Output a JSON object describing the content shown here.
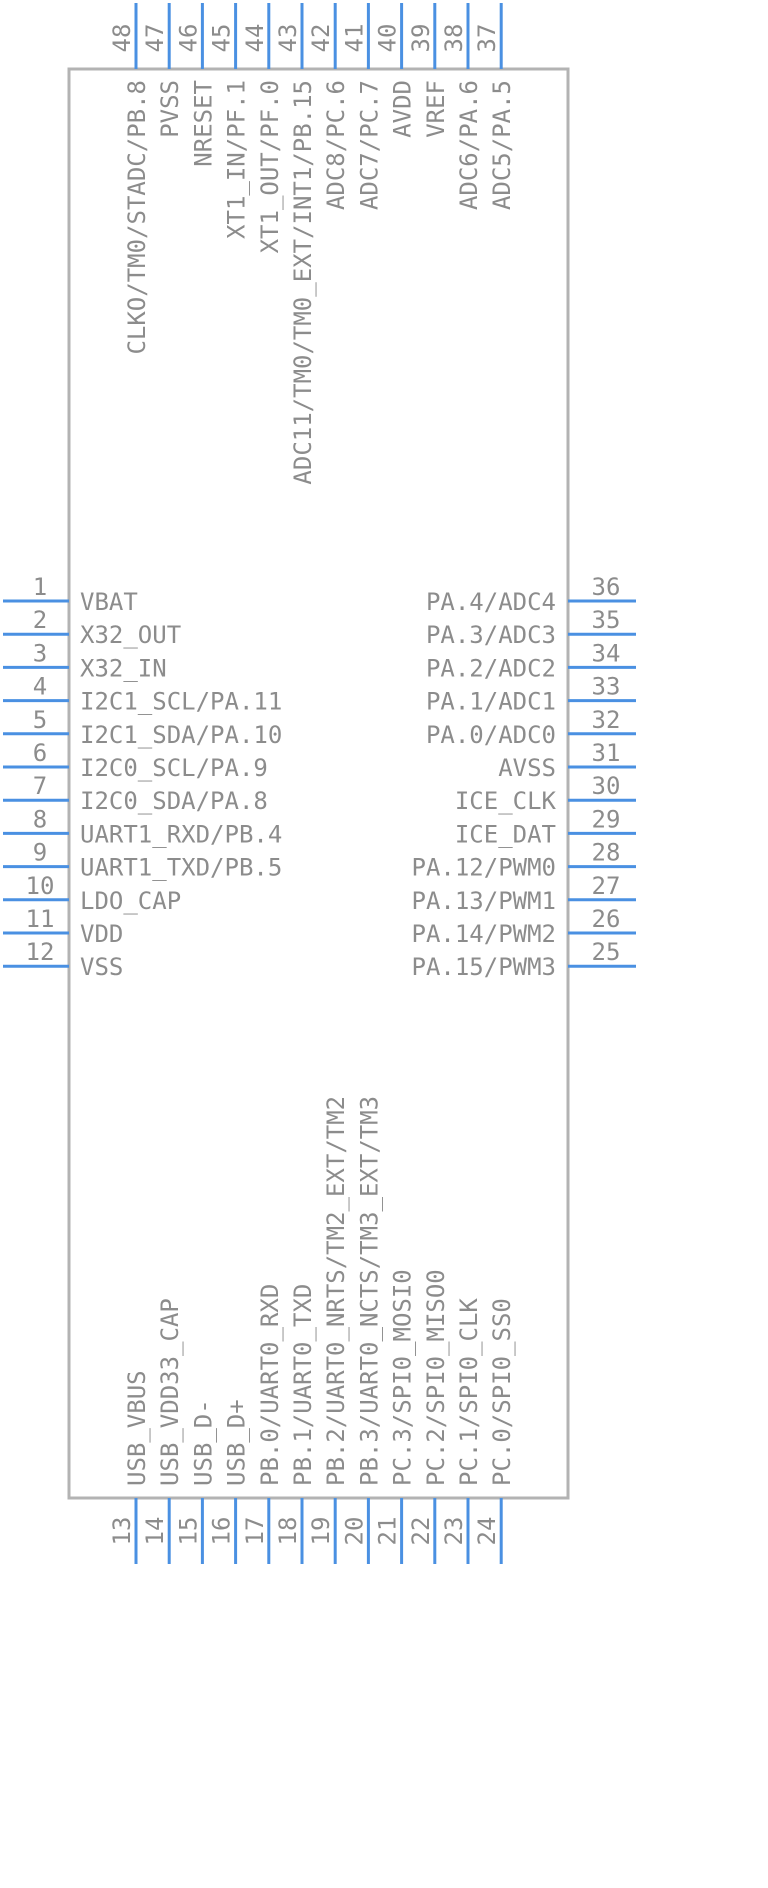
{
  "component": {
    "package_pins": 48,
    "colors": {
      "pin": "#4a90e2",
      "outline": "#b3b3b3",
      "text": "#8c8c8c",
      "background": "#ffffff"
    }
  },
  "pins": {
    "left": [
      {
        "number": "1",
        "name": "VBAT"
      },
      {
        "number": "2",
        "name": "X32_OUT"
      },
      {
        "number": "3",
        "name": "X32_IN"
      },
      {
        "number": "4",
        "name": "I2C1_SCL/PA.11"
      },
      {
        "number": "5",
        "name": "I2C1_SDA/PA.10"
      },
      {
        "number": "6",
        "name": "I2C0_SCL/PA.9"
      },
      {
        "number": "7",
        "name": "I2C0_SDA/PA.8"
      },
      {
        "number": "8",
        "name": "UART1_RXD/PB.4"
      },
      {
        "number": "9",
        "name": "UART1_TXD/PB.5"
      },
      {
        "number": "10",
        "name": "LDO_CAP"
      },
      {
        "number": "11",
        "name": "VDD"
      },
      {
        "number": "12",
        "name": "VSS"
      }
    ],
    "right": [
      {
        "number": "36",
        "name": "PA.4/ADC4"
      },
      {
        "number": "35",
        "name": "PA.3/ADC3"
      },
      {
        "number": "34",
        "name": "PA.2/ADC2"
      },
      {
        "number": "33",
        "name": "PA.1/ADC1"
      },
      {
        "number": "32",
        "name": "PA.0/ADC0"
      },
      {
        "number": "31",
        "name": "AVSS"
      },
      {
        "number": "30",
        "name": "ICE_CLK"
      },
      {
        "number": "29",
        "name": "ICE_DAT"
      },
      {
        "number": "28",
        "name": "PA.12/PWM0"
      },
      {
        "number": "27",
        "name": "PA.13/PWM1"
      },
      {
        "number": "26",
        "name": "PA.14/PWM2"
      },
      {
        "number": "25",
        "name": "PA.15/PWM3"
      }
    ],
    "top": [
      {
        "number": "48",
        "name": "CLKO/TM0/STADC/PB.8"
      },
      {
        "number": "47",
        "name": "PVSS"
      },
      {
        "number": "46",
        "name": "NRESET"
      },
      {
        "number": "45",
        "name": "XT1_IN/PF.1"
      },
      {
        "number": "44",
        "name": "XT1_OUT/PF.0"
      },
      {
        "number": "43",
        "name": "ADC11/TM0/TM0_EXT/INT1/PB.15"
      },
      {
        "number": "42",
        "name": "ADC8/PC.6"
      },
      {
        "number": "41",
        "name": "ADC7/PC.7"
      },
      {
        "number": "40",
        "name": "AVDD"
      },
      {
        "number": "39",
        "name": "VREF"
      },
      {
        "number": "38",
        "name": "ADC6/PA.6"
      },
      {
        "number": "37",
        "name": "ADC5/PA.5"
      }
    ],
    "bottom": [
      {
        "number": "13",
        "name": "USB_VBUS"
      },
      {
        "number": "14",
        "name": "USB_VDD33_CAP"
      },
      {
        "number": "15",
        "name": "USB_D-"
      },
      {
        "number": "16",
        "name": "USB_D+"
      },
      {
        "number": "17",
        "name": "PB.0/UART0_RXD"
      },
      {
        "number": "18",
        "name": "PB.1/UART0_TXD"
      },
      {
        "number": "19",
        "name": "PB.2/UART0_NRTS/TM2_EXT/TM2"
      },
      {
        "number": "20",
        "name": "PB.3/UART0_NCTS/TM3_EXT/TM3"
      },
      {
        "number": "21",
        "name": "PC.3/SPI0_MOSI0"
      },
      {
        "number": "22",
        "name": "PC.2/SPI0_MISO0"
      },
      {
        "number": "23",
        "name": "PC.1/SPI0_CLK"
      },
      {
        "number": "24",
        "name": "PC.0/SPI0_SS0"
      }
    ]
  }
}
